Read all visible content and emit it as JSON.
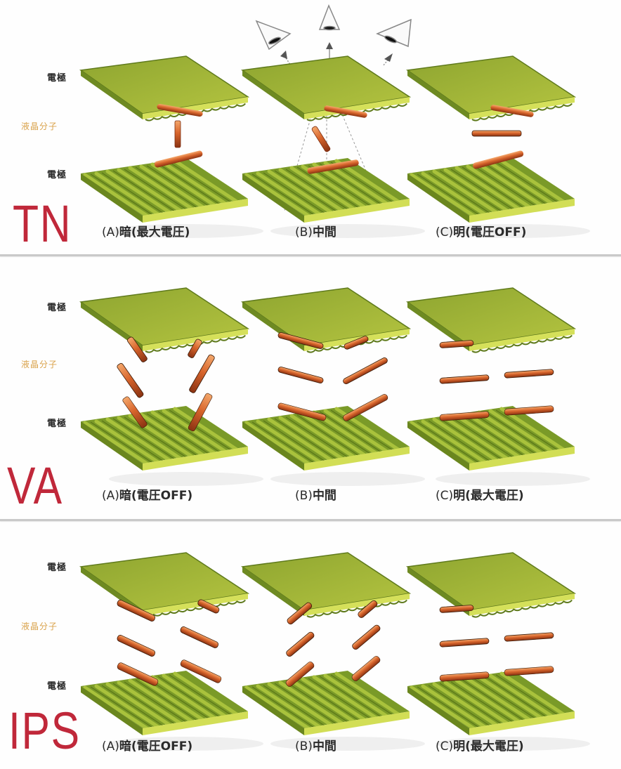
{
  "labels": {
    "electrode": "電極",
    "lc_molecule": "液晶分子"
  },
  "colors": {
    "plate_top": "#9fb43a",
    "plate_edge": "#d6e35a",
    "plate_dark": "#5e7a1c",
    "molecule": "#d2622a",
    "molecule_hi": "#f2a064",
    "tech_label": "#c0283a",
    "lc_label": "#d9a24a",
    "divider": "#c9c9c9"
  },
  "sections": [
    {
      "tech": "TN",
      "captions": [
        {
          "prefix": "(A)",
          "text": "暗(最大電圧)"
        },
        {
          "prefix": "(B)",
          "text": "中間"
        },
        {
          "prefix": "(C)",
          "text": "明(電圧OFF)"
        }
      ]
    },
    {
      "tech": "VA",
      "captions": [
        {
          "prefix": "(A)",
          "text": "暗(電圧OFF)"
        },
        {
          "prefix": "(B)",
          "text": "中間"
        },
        {
          "prefix": "(C)",
          "text": "明(最大電圧)"
        }
      ]
    },
    {
      "tech": "IPS",
      "captions": [
        {
          "prefix": "(A)",
          "text": "暗(電圧OFF)"
        },
        {
          "prefix": "(B)",
          "text": "中間"
        },
        {
          "prefix": "(C)",
          "text": "明(最大電圧)"
        }
      ]
    }
  ],
  "viewer_icons": [
    "eye-left",
    "eye-center",
    "eye-right"
  ]
}
